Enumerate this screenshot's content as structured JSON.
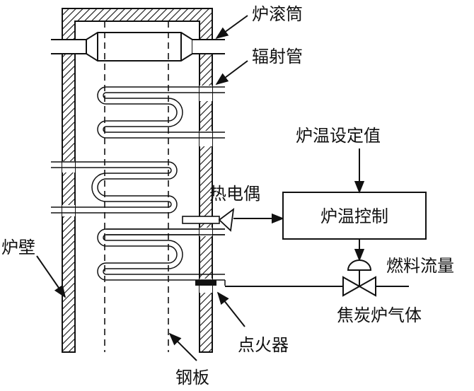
{
  "labels": {
    "roller_tube": "炉滚筒",
    "radiant_tube": "辐射管",
    "temp_setpoint": "炉温设定值",
    "thermocouple": "热电偶",
    "temp_control": "炉温控制",
    "fuel_flow": "燃料流量",
    "furnace_wall": "炉壁",
    "coke_gas": "焦炭炉气体",
    "igniter": "点火器",
    "steel_plate": "钢板"
  }
}
